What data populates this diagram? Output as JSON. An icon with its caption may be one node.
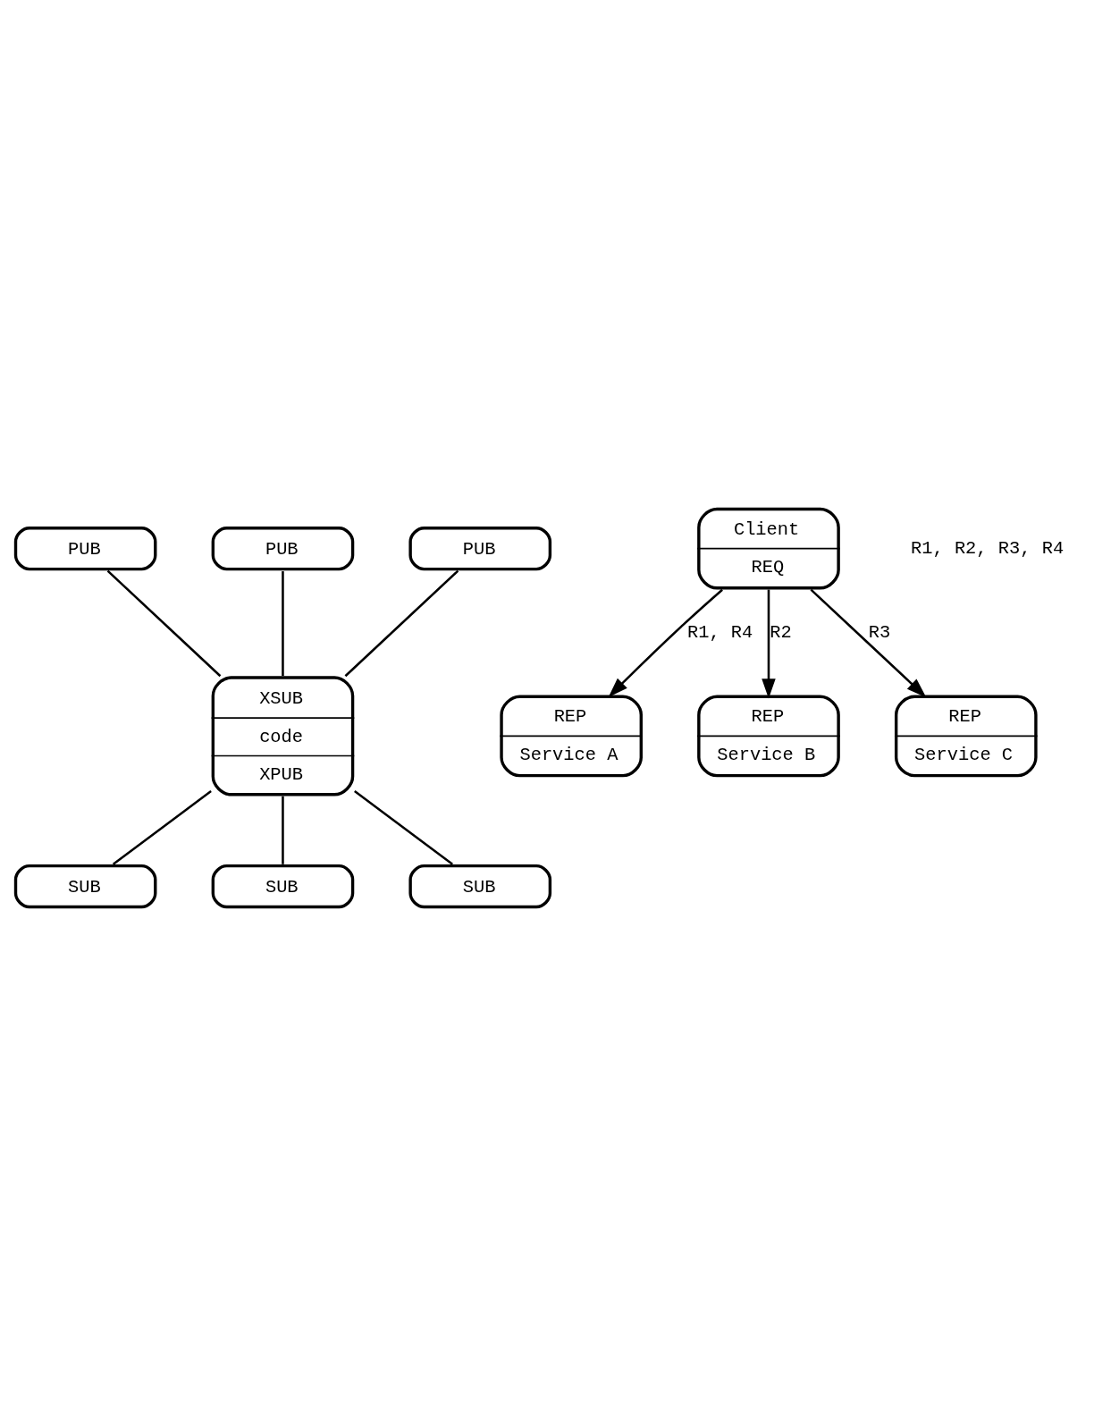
{
  "diagram": {
    "nodes": [
      {
        "text": [
          "PUB"
        ]
      },
      {
        "text": [
          "PUB"
        ]
      },
      {
        "text": [
          "PUB"
        ]
      },
      {
        "text": [
          "XSUB",
          "code",
          "XPUB"
        ]
      },
      {
        "text": [
          "SUB"
        ]
      },
      {
        "text": [
          "SUB"
        ]
      },
      {
        "text": [
          "SUB"
        ]
      },
      {
        "text": [
          "Client",
          "REQ"
        ]
      },
      {
        "text": [
          "REP",
          "Service A"
        ]
      },
      {
        "text": [
          "REP",
          "Service B"
        ]
      },
      {
        "text": [
          "REP",
          "Service C"
        ]
      }
    ],
    "edges": [
      {
        "from": 0,
        "to": 3,
        "arrow": "none"
      },
      {
        "from": 1,
        "to": 3,
        "arrow": "none"
      },
      {
        "from": 2,
        "to": 3,
        "arrow": "none"
      },
      {
        "from": 3,
        "to": 4,
        "arrow": "none"
      },
      {
        "from": 3,
        "to": 5,
        "arrow": "none"
      },
      {
        "from": 3,
        "to": 6,
        "arrow": "none"
      },
      {
        "from": 7,
        "to": 8,
        "arrow": "to",
        "label": "R1, R4"
      },
      {
        "from": 7,
        "to": 9,
        "arrow": "to",
        "label": "R2"
      },
      {
        "from": 7,
        "to": 10,
        "arrow": "to",
        "label": "R3"
      }
    ],
    "labels": [
      "R1, R2, R3, R4"
    ]
  }
}
